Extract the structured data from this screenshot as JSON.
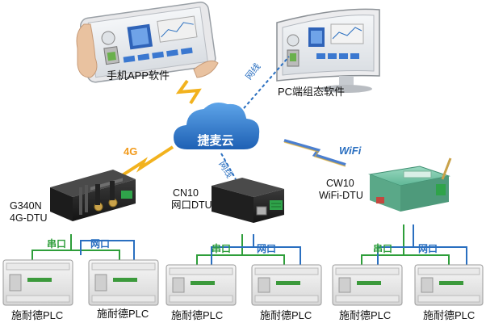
{
  "diagram": {
    "mobile_app_label": "手机APP软件",
    "pc_software_label": "PC端组态软件",
    "cloud_label": "捷麦云",
    "link_4g": "4G",
    "link_wifi": "WiFi",
    "link_net_1": "网线",
    "link_net_2": "网线",
    "device_g340n": {
      "line1": "G340N",
      "line2": "4G-DTU"
    },
    "device_cn10": {
      "line1": "CN10",
      "line2": "网口DTU"
    },
    "device_cw10": {
      "line1": "CW10",
      "line2": "WiFi-DTU"
    },
    "serial_port": "串口",
    "net_port": "网口",
    "plc_label": "施耐德PLC"
  }
}
